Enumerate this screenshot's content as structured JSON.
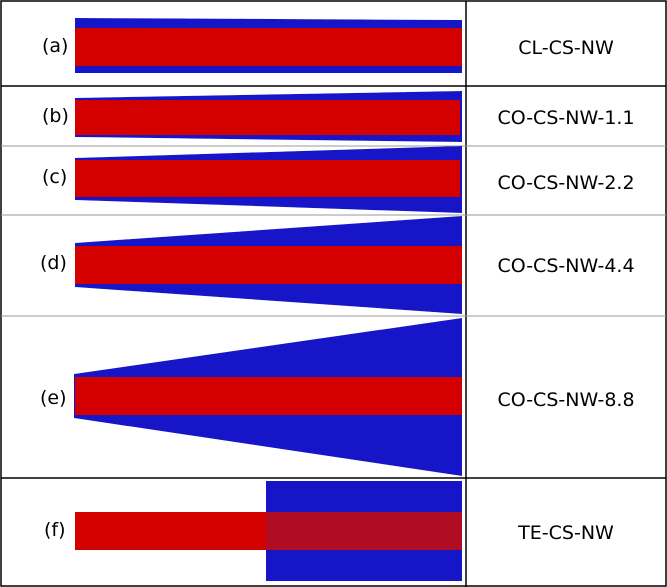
{
  "colors": {
    "shell": "#1414c8",
    "core": "#d40000",
    "core_overlap": "#b01020",
    "grid_heavy": "#000000",
    "grid_light": "#9a9a9a"
  },
  "rows": [
    {
      "tag": "(a)",
      "name": "CL-CS-NW",
      "shape": "cylinder"
    },
    {
      "tag": "(b)",
      "name": "CO-CS-NW-1.1",
      "shape": "cone"
    },
    {
      "tag": "(c)",
      "name": "CO-CS-NW-2.2",
      "shape": "cone"
    },
    {
      "tag": "(d)",
      "name": "CO-CS-NW-4.4",
      "shape": "cone"
    },
    {
      "tag": "(e)",
      "name": "CO-CS-NW-8.8",
      "shape": "cone"
    },
    {
      "tag": "(f)",
      "name": "TE-CS-NW",
      "shape": "telescope"
    }
  ]
}
